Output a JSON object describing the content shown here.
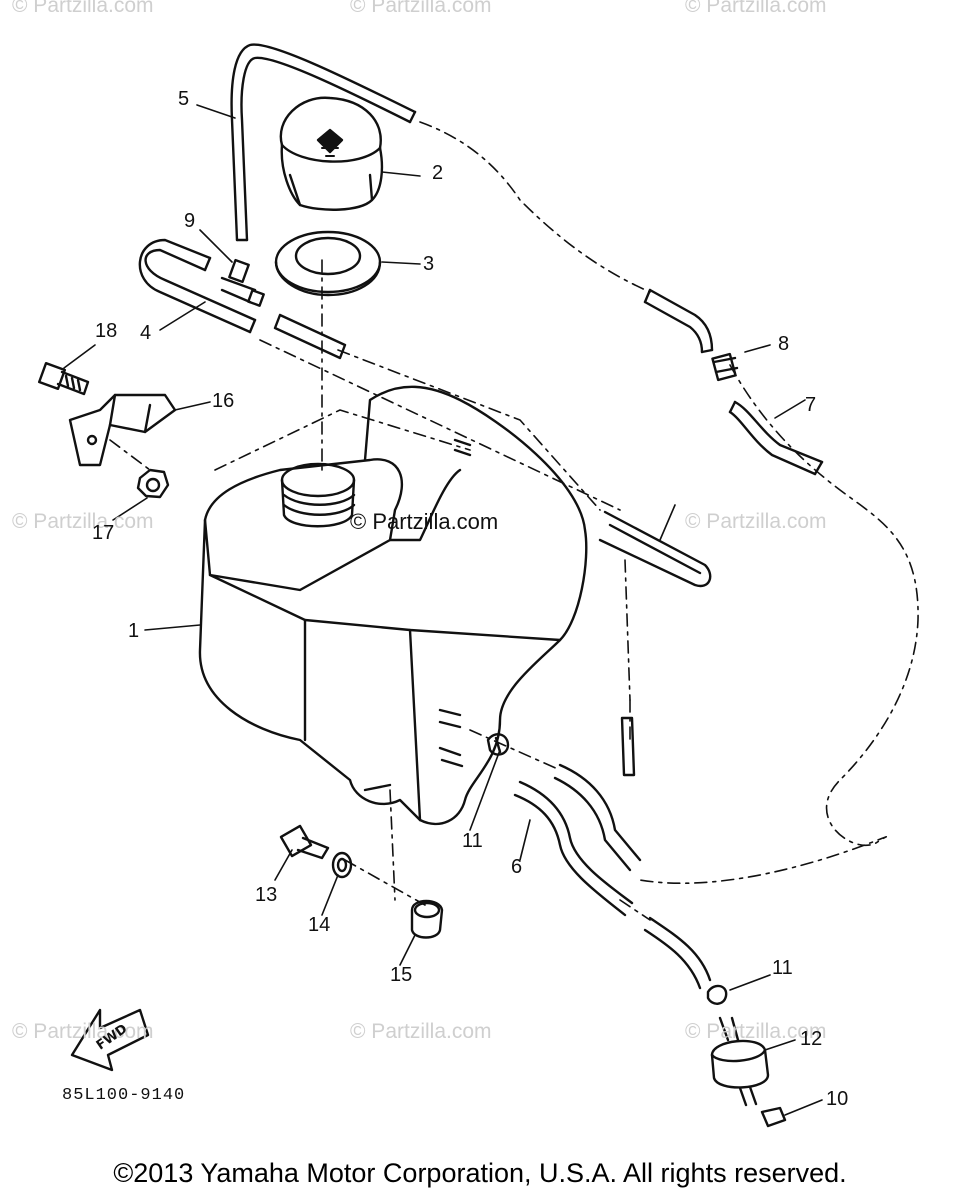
{
  "watermark": {
    "text": "© Partzilla.com",
    "center_text": "© Partzilla.com"
  },
  "callouts": {
    "c1": "1",
    "c2": "2",
    "c3": "3",
    "c4": "4",
    "c5": "5",
    "c6": "6",
    "c7": "7",
    "c8": "8",
    "c9": "9",
    "c10": "10",
    "c11a": "11",
    "c11b": "11",
    "c12": "12",
    "c13": "13",
    "c14": "14",
    "c15": "15",
    "c16": "16",
    "c17": "17",
    "c18": "18"
  },
  "fwd_arrow": {
    "label": "FWD"
  },
  "part_code": "85L100-9140",
  "copyright": "©2013 Yamaha Motor Corporation, U.S.A. All rights reserved."
}
